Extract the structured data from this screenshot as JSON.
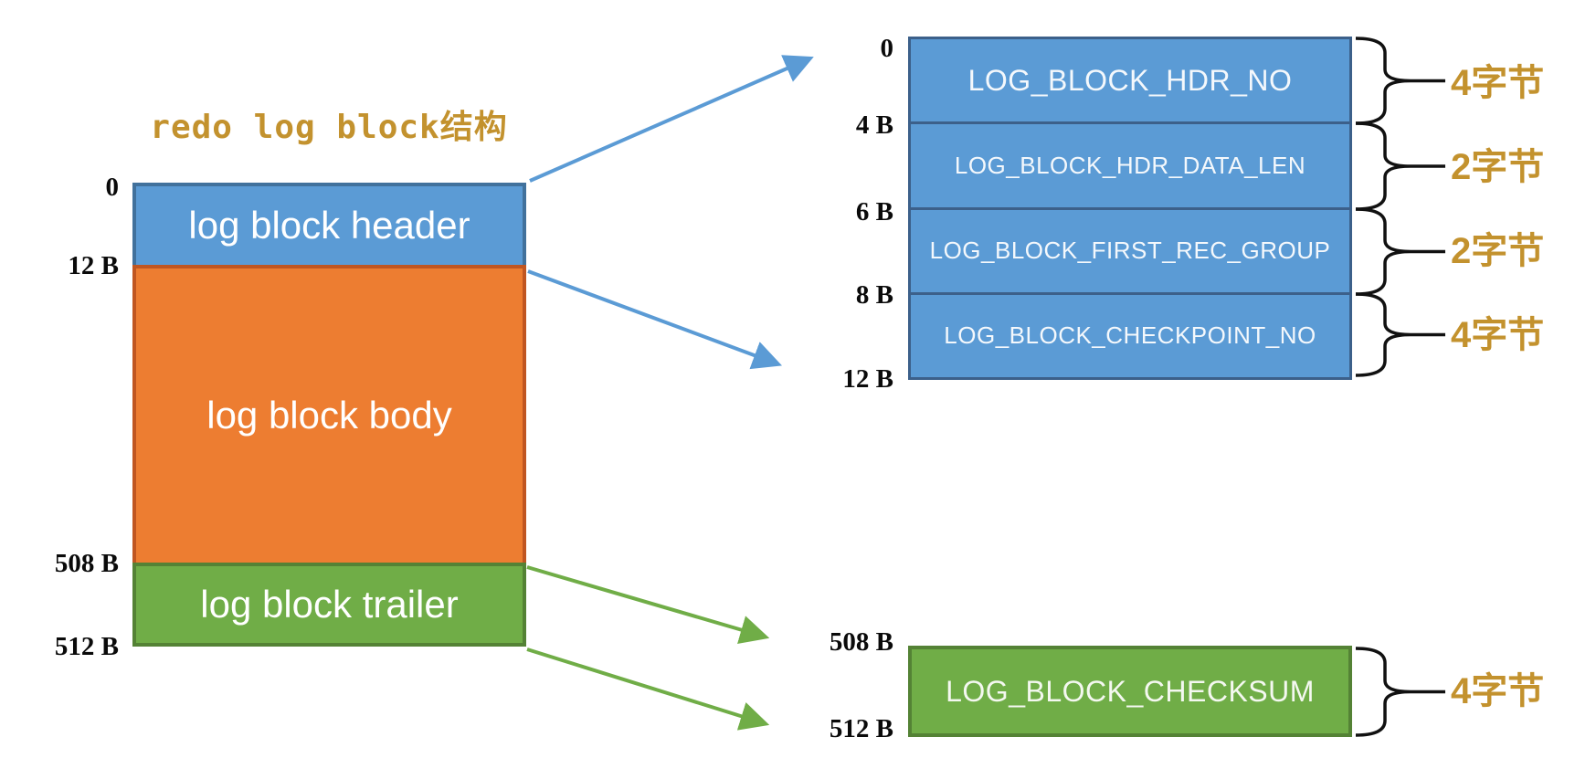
{
  "title": "redo log block结构",
  "left_block": {
    "offsets": [
      "0",
      "12 B",
      "508 B",
      "512 B"
    ],
    "sections": [
      {
        "label": "log block header"
      },
      {
        "label": "log block body"
      },
      {
        "label": "log block trailer"
      }
    ]
  },
  "header_detail": {
    "offsets": [
      "0",
      "4 B",
      "6 B",
      "8 B",
      "12 B"
    ],
    "rows": [
      {
        "field": "LOG_BLOCK_HDR_NO",
        "size": "4字节"
      },
      {
        "field": "LOG_BLOCK_HDR_DATA_LEN",
        "size": "2字节"
      },
      {
        "field": "LOG_BLOCK_FIRST_REC_GROUP",
        "size": "2字节"
      },
      {
        "field": "LOG_BLOCK_CHECKPOINT_NO",
        "size": "4字节"
      }
    ]
  },
  "trailer_detail": {
    "offsets": [
      "508 B",
      "512 B"
    ],
    "field": "LOG_BLOCK_CHECKSUM",
    "size": "4字节"
  },
  "colors": {
    "header_blue": "#5B9BD5",
    "body_orange": "#ED7D31",
    "trailer_green": "#70AD47",
    "accent_gold": "#C3922E",
    "arrow_blue": "#5B9BD5",
    "arrow_green": "#70AD47",
    "brace_black": "#111111"
  }
}
